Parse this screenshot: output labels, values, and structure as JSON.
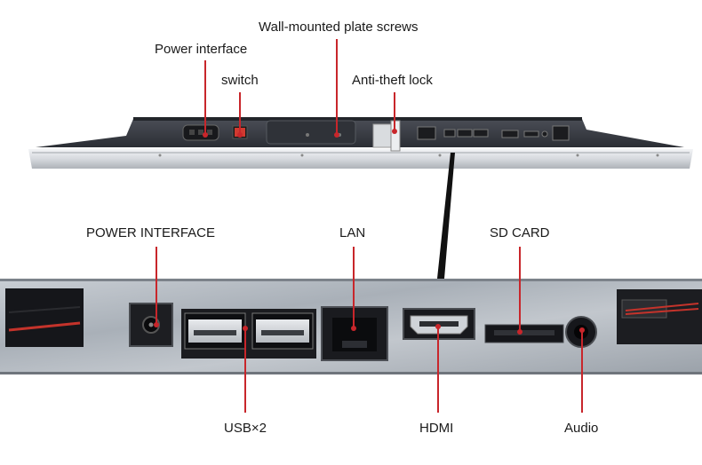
{
  "top_labels": {
    "wall_screws": "Wall-mounted plate screws",
    "power_interface": "Power interface",
    "switch": "switch",
    "anti_theft_lock": "Anti-theft lock"
  },
  "panel_labels": {
    "power_interface": "POWER INTERFACE",
    "lan": "LAN",
    "sd_card": "SD CARD",
    "usb": "USB×2",
    "hdmi": "HDMI",
    "audio": "Audio"
  },
  "colors": {
    "callout": "#c8262b",
    "label_text": "#1a1a1a",
    "monitor_body": "#3a3d44",
    "bezel": "#e4e6ea",
    "panel_metal": "#b8bec6"
  }
}
